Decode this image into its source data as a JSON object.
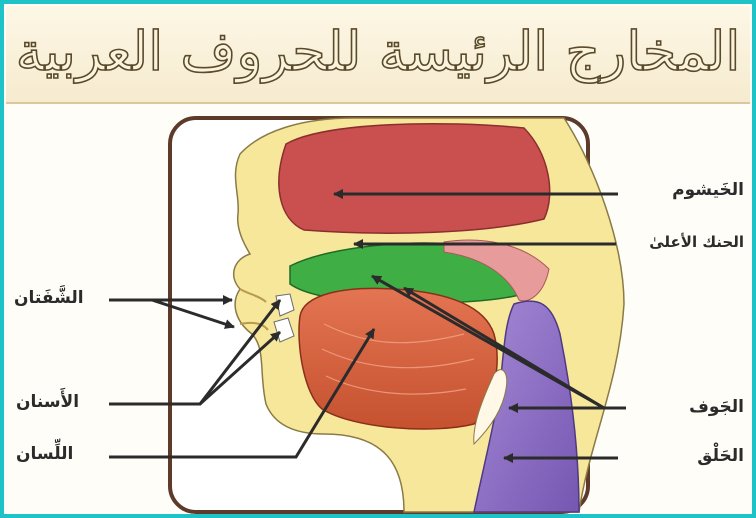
{
  "title": "المخارج الرئيسة للحروف العربية",
  "labels": {
    "khayshum": "الخَيشوم",
    "hanak": "الحنك الأعلىٰ",
    "shafatan": "الشَّفَتان",
    "asnan": "الأَسنان",
    "lisan": "اللِّسان",
    "jawf": "الجَوف",
    "halq": "الحَلْق"
  },
  "colors": {
    "frame": "#1ec3c8",
    "skin": "#f7e79b",
    "nasal": "#c9504f",
    "palate_green": "#3fae45",
    "tongue": "#d8653e",
    "throat": "#8e6fc4",
    "border": "#5e3a2a"
  }
}
